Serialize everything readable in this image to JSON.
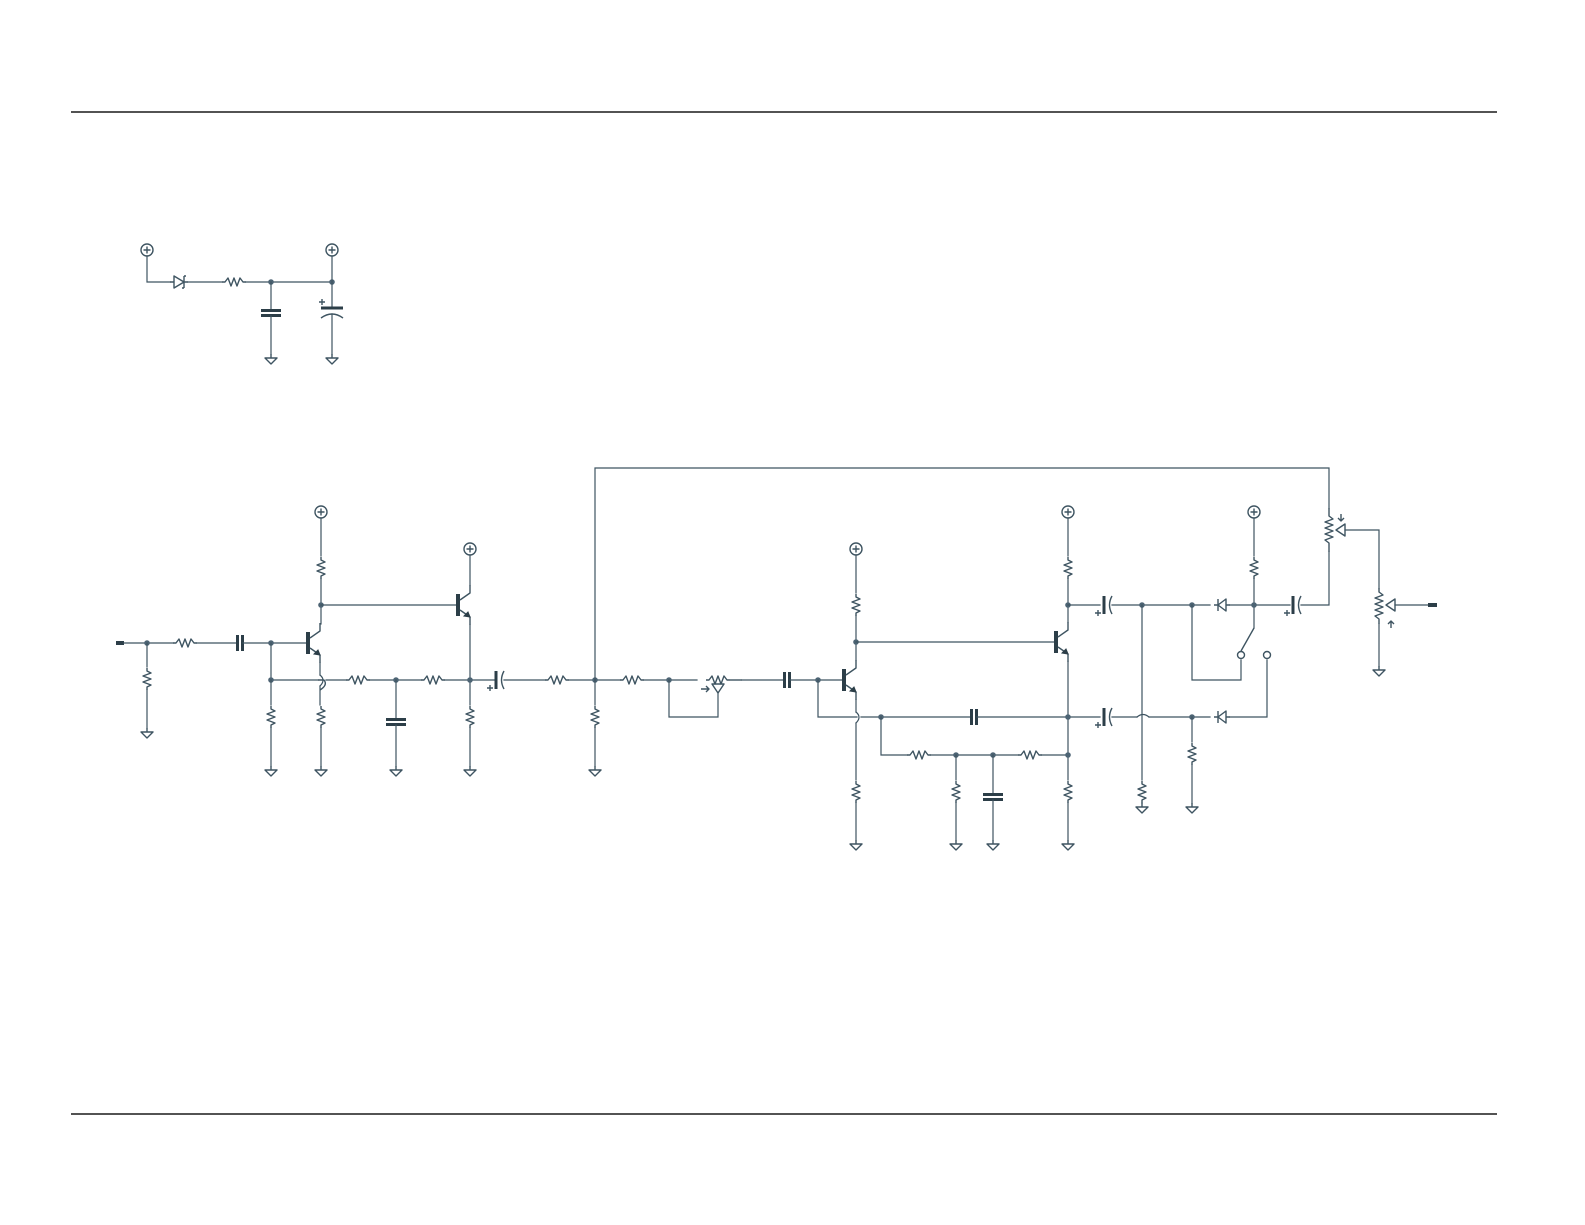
{
  "diagram": {
    "colors": {
      "wire": "#3e5461",
      "component": "#2c3e48",
      "node": "#4d6474",
      "frame": "#1a1a1a",
      "background": "#ffffff"
    },
    "symbols": [
      "resistor",
      "capacitor",
      "polarized-capacitor",
      "electrolytic-capacitor",
      "npn-transistor",
      "diode",
      "schottky-diode",
      "potentiometer",
      "switch",
      "ground",
      "power-rail",
      "terminal"
    ],
    "sections": [
      "power-supply-filter",
      "signal-chain"
    ]
  }
}
